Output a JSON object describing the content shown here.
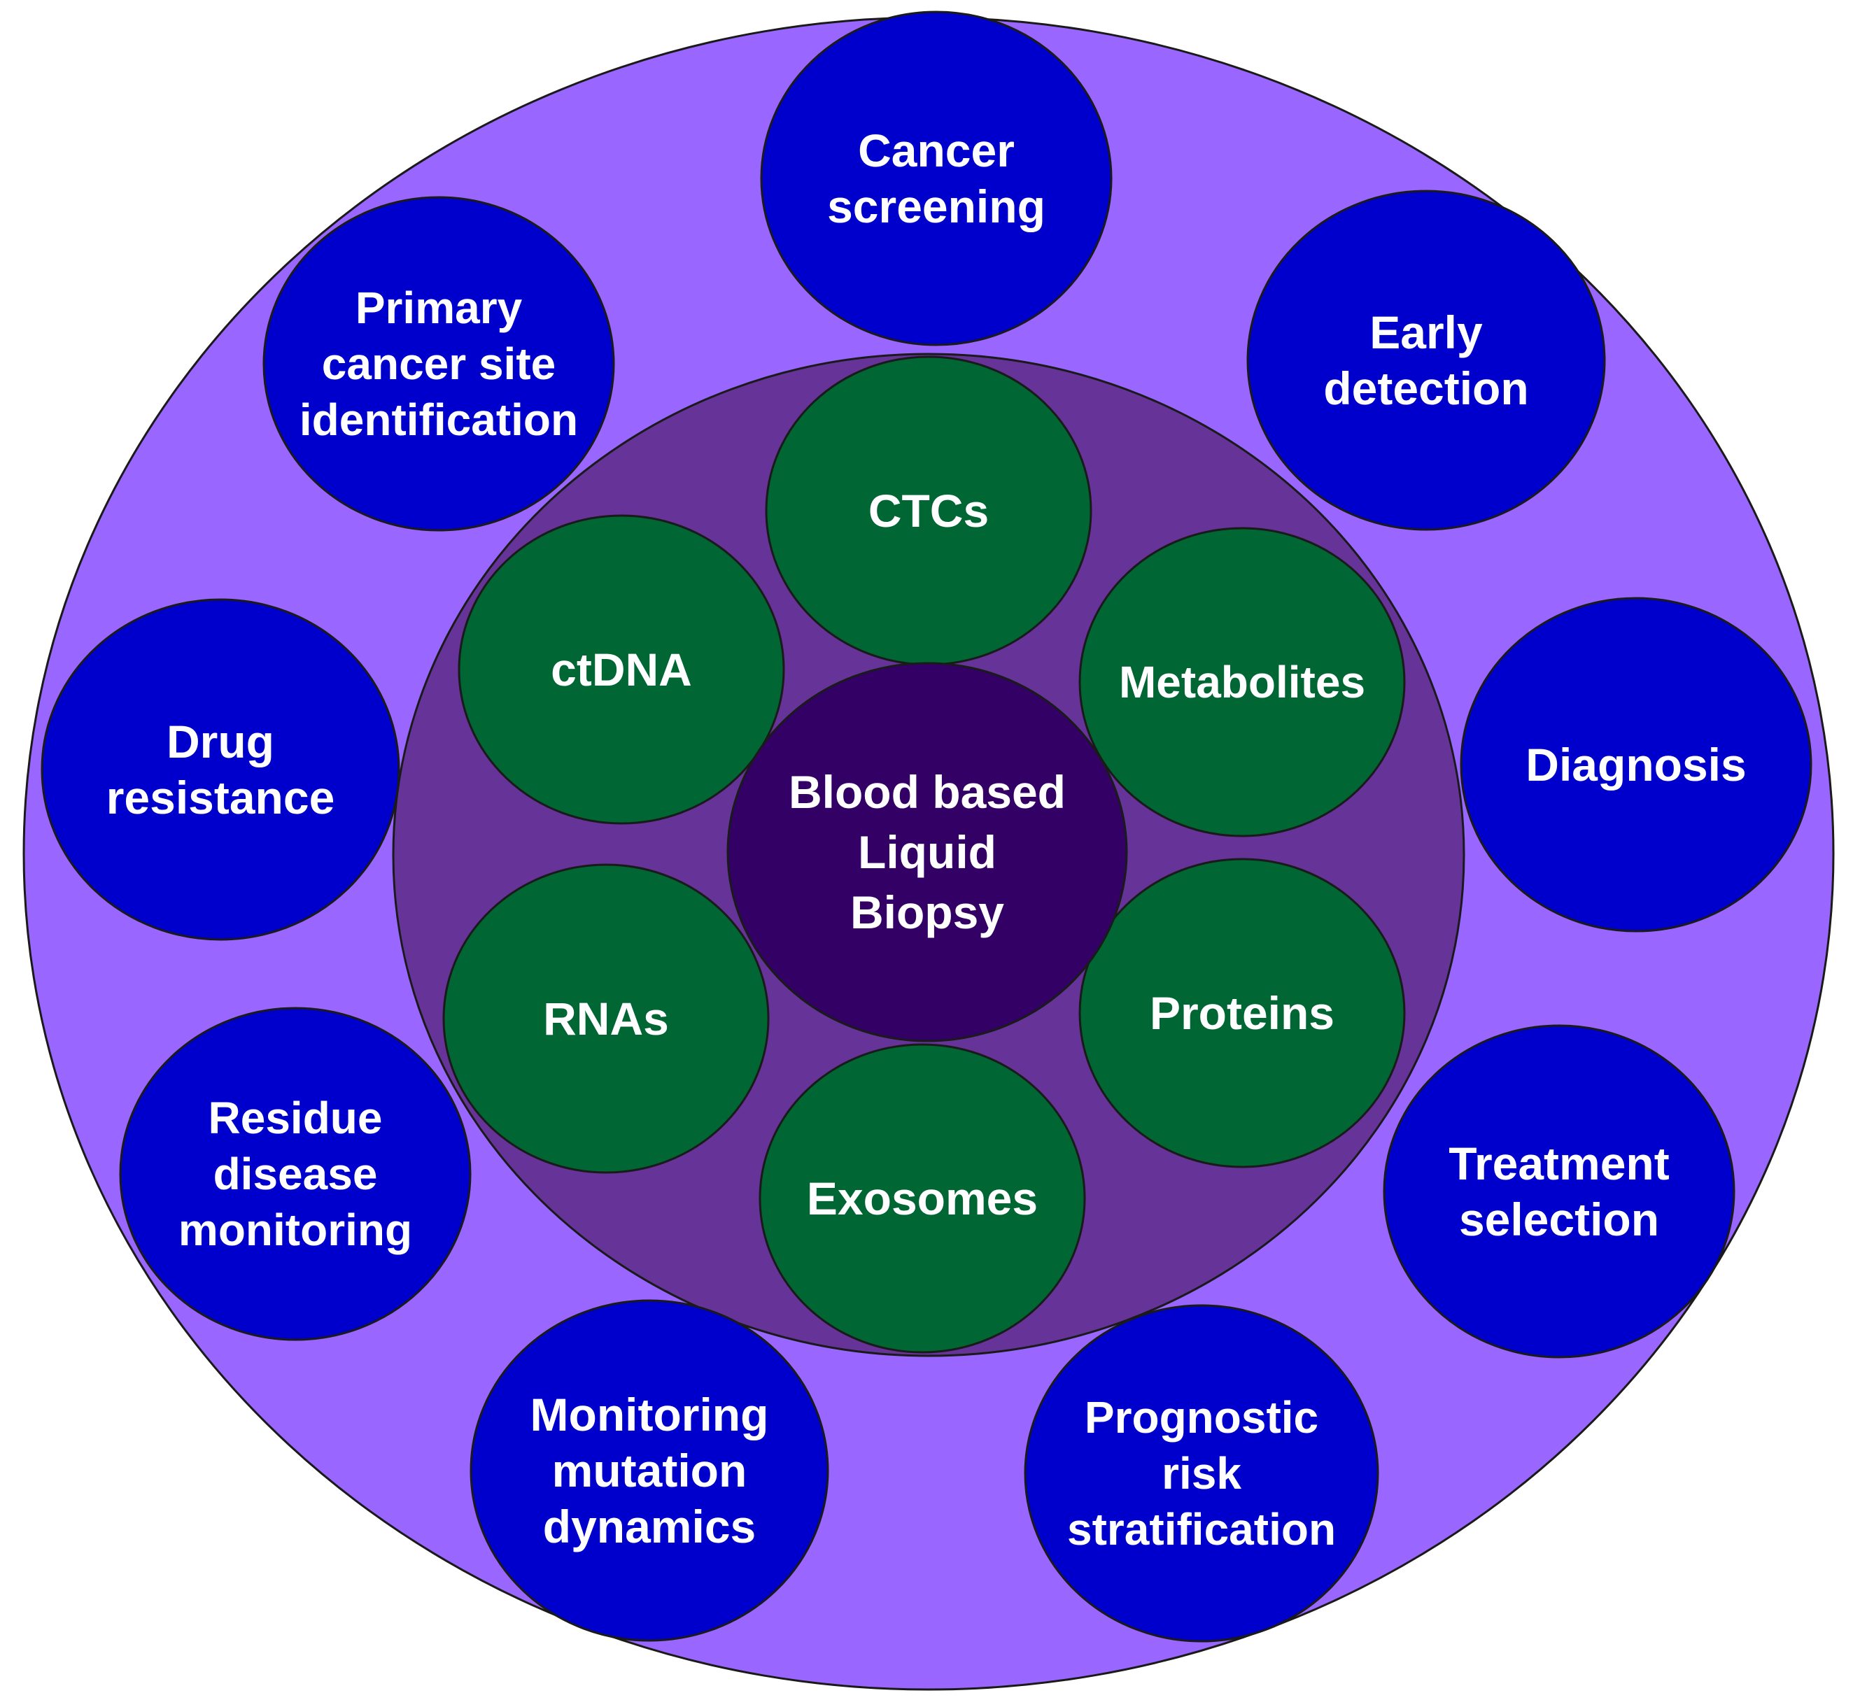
{
  "colors": {
    "outer_ring": "#9966ff",
    "inner_ring": "#663399",
    "center": "#330066",
    "application_circle": "#0000cc",
    "analyte_circle": "#006633",
    "stroke": "#1a1a1a",
    "text": "#ffffff"
  },
  "center": {
    "lines": [
      "Blood based",
      "Liquid",
      "Biopsy"
    ]
  },
  "analytes": [
    {
      "id": "ctcs",
      "lines": [
        "CTCs"
      ]
    },
    {
      "id": "metabolites",
      "lines": [
        "Metabolites"
      ]
    },
    {
      "id": "proteins",
      "lines": [
        "Proteins"
      ]
    },
    {
      "id": "exosomes",
      "lines": [
        "Exosomes"
      ]
    },
    {
      "id": "rnas",
      "lines": [
        "RNAs"
      ]
    },
    {
      "id": "ctdna",
      "lines": [
        "ctDNA"
      ]
    }
  ],
  "applications": [
    {
      "id": "cancer-screening",
      "lines": [
        "Cancer",
        "screening"
      ]
    },
    {
      "id": "early-detection",
      "lines": [
        "Early",
        "detection"
      ]
    },
    {
      "id": "diagnosis",
      "lines": [
        "Diagnosis"
      ]
    },
    {
      "id": "treatment-selection",
      "lines": [
        "Treatment",
        "selection"
      ]
    },
    {
      "id": "prognostic-risk-stratification",
      "lines": [
        "Prognostic",
        "risk",
        "stratification"
      ]
    },
    {
      "id": "monitoring-mutation-dynamics",
      "lines": [
        "Monitoring",
        "mutation",
        "dynamics"
      ]
    },
    {
      "id": "residue-disease-monitoring",
      "lines": [
        "Residue",
        "disease",
        "monitoring"
      ]
    },
    {
      "id": "drug-resistance",
      "lines": [
        "Drug",
        "resistance"
      ]
    },
    {
      "id": "primary-cancer-site-identification",
      "lines": [
        "Primary",
        "cancer site",
        "identification"
      ]
    }
  ]
}
